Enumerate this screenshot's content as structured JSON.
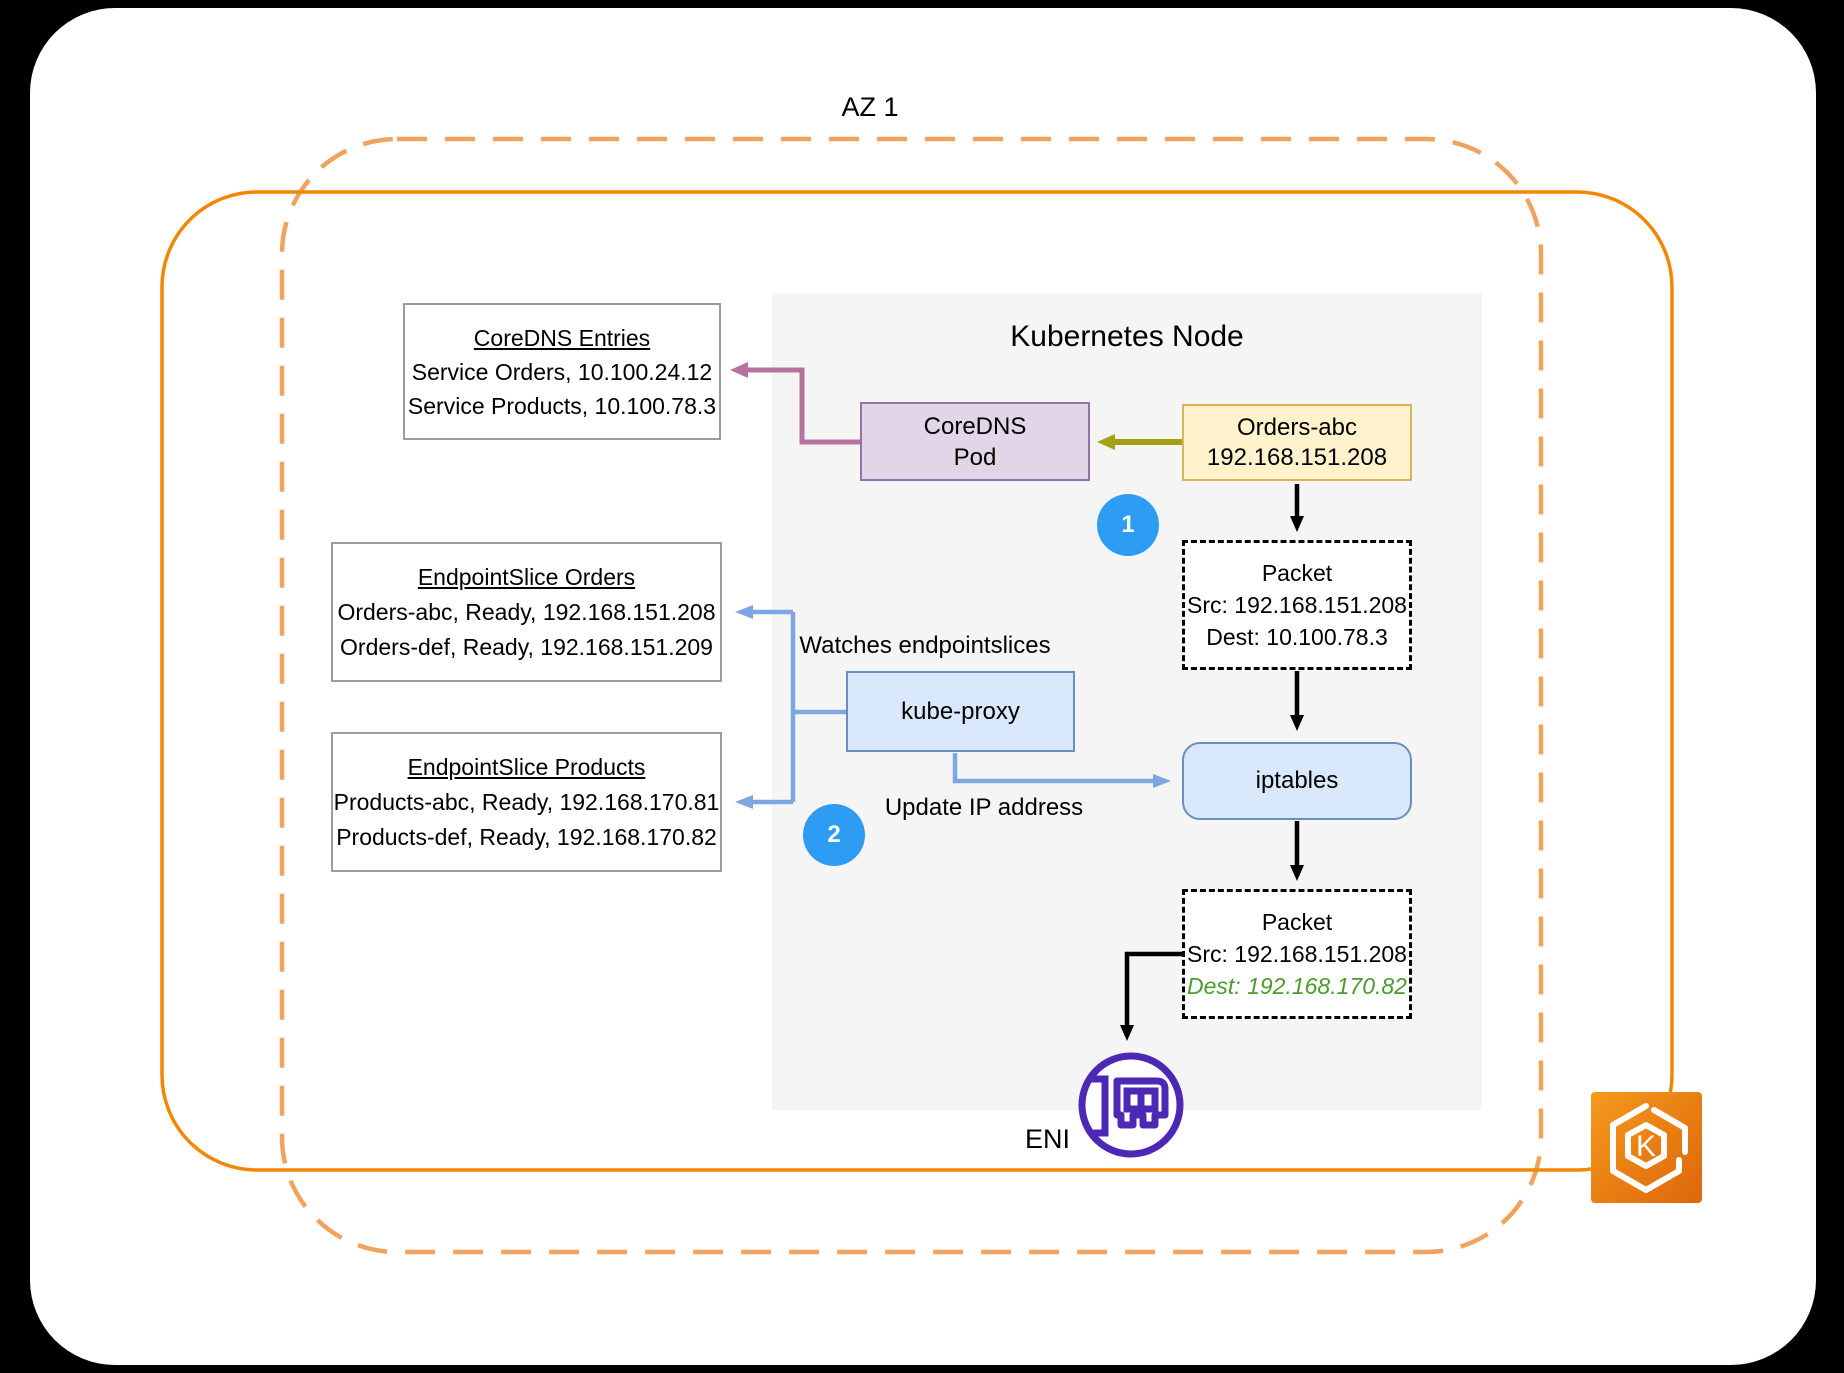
{
  "az_label": "AZ 1",
  "node_title": "Kubernetes Node",
  "coredns_entries": {
    "title": "CoreDNS Entries",
    "line1": "Service Orders, 10.100.24.12",
    "line2": "Service Products, 10.100.78.3"
  },
  "endpointslice_orders": {
    "title": "EndpointSlice Orders",
    "line1": "Orders-abc, Ready, 192.168.151.208",
    "line2": "Orders-def, Ready, 192.168.151.209"
  },
  "endpointslice_products": {
    "title": "EndpointSlice Products",
    "line1": "Products-abc, Ready, 192.168.170.81",
    "line2": "Products-def, Ready, 192.168.170.82"
  },
  "coredns_pod": {
    "line1": "CoreDNS",
    "line2": "Pod"
  },
  "orders_pod": {
    "line1": "Orders-abc",
    "line2": "192.168.151.208"
  },
  "kube_proxy_label": "kube-proxy",
  "iptables_label": "iptables",
  "packet_before": {
    "title": "Packet",
    "src": "Src: 192.168.151.208",
    "dest": "Dest: 10.100.78.3"
  },
  "packet_after": {
    "title": "Packet",
    "src": "Src: 192.168.151.208",
    "dest": "Dest: 192.168.170.82"
  },
  "annotations": {
    "watches": "Watches endpointslices",
    "update_ip": "Update IP address",
    "eni": "ENI",
    "step1": "1",
    "step2": "2",
    "eks_letter": "K"
  },
  "colors": {
    "orange-solid": "#F28705",
    "orange-dashed": "#F0A35E",
    "box-border-gray": "#9C9C9C",
    "purple-fill": "#E1D5E7",
    "purple-border": "#9673A6",
    "yellow-fill": "#FFF2CC",
    "yellow-border": "#D6B656",
    "blue-fill": "#DAE8FC",
    "blue-border": "#6C8EBF",
    "arrow-blue": "#7EA6E0",
    "arrow-olive": "#A4A118",
    "arrow-magenta": "#B5739D",
    "circle-blue": "#2E9CF2",
    "green-text": "#4A9C2E",
    "eni-purple": "#4D27B5",
    "eks-grad-top": "#F59A1C",
    "eks-grad-bottom": "#DD660B"
  }
}
